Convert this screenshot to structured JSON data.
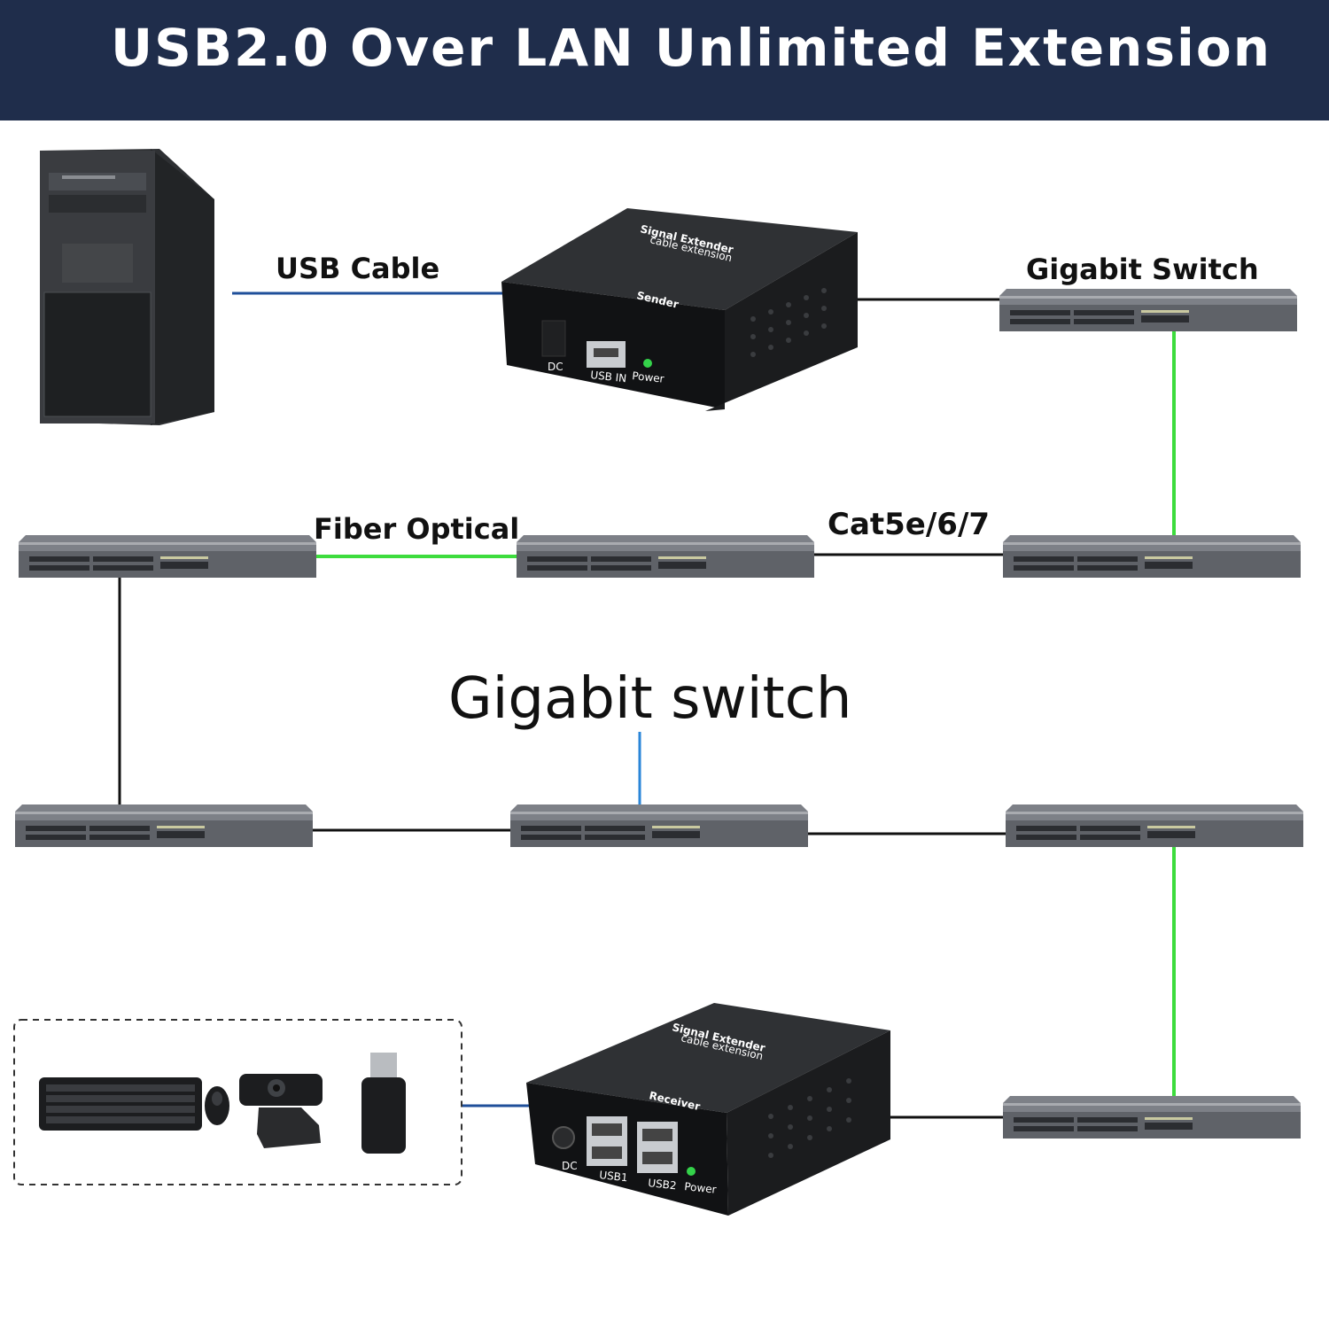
{
  "title": "USB2.0 Over LAN Unlimited Extension",
  "labels": {
    "usb_cable": "USB Cable",
    "gigabit_switch_top": "Gigabit Switch",
    "fiber_optical": "Fiber Optical",
    "cat": "Cat5e/6/7",
    "gigabit_switch_center": "Gigabit switch"
  },
  "sender": {
    "brand": "Signal Extender",
    "sub": "cable extension",
    "role": "Sender",
    "ports": [
      "DC",
      "USB IN",
      "Power"
    ]
  },
  "receiver": {
    "brand": "Signal Extender",
    "sub": "cable extension",
    "role": "Receiver",
    "ports": [
      "DC",
      "USB1",
      "USB2",
      "Power"
    ]
  },
  "colors": {
    "header": "#1f2d4b",
    "usb_line": "#1f4f9a",
    "fiber_line": "#3ddc3d",
    "cat_line": "#111111",
    "center_line": "#2a86d8",
    "power_led": "#34d24a"
  }
}
